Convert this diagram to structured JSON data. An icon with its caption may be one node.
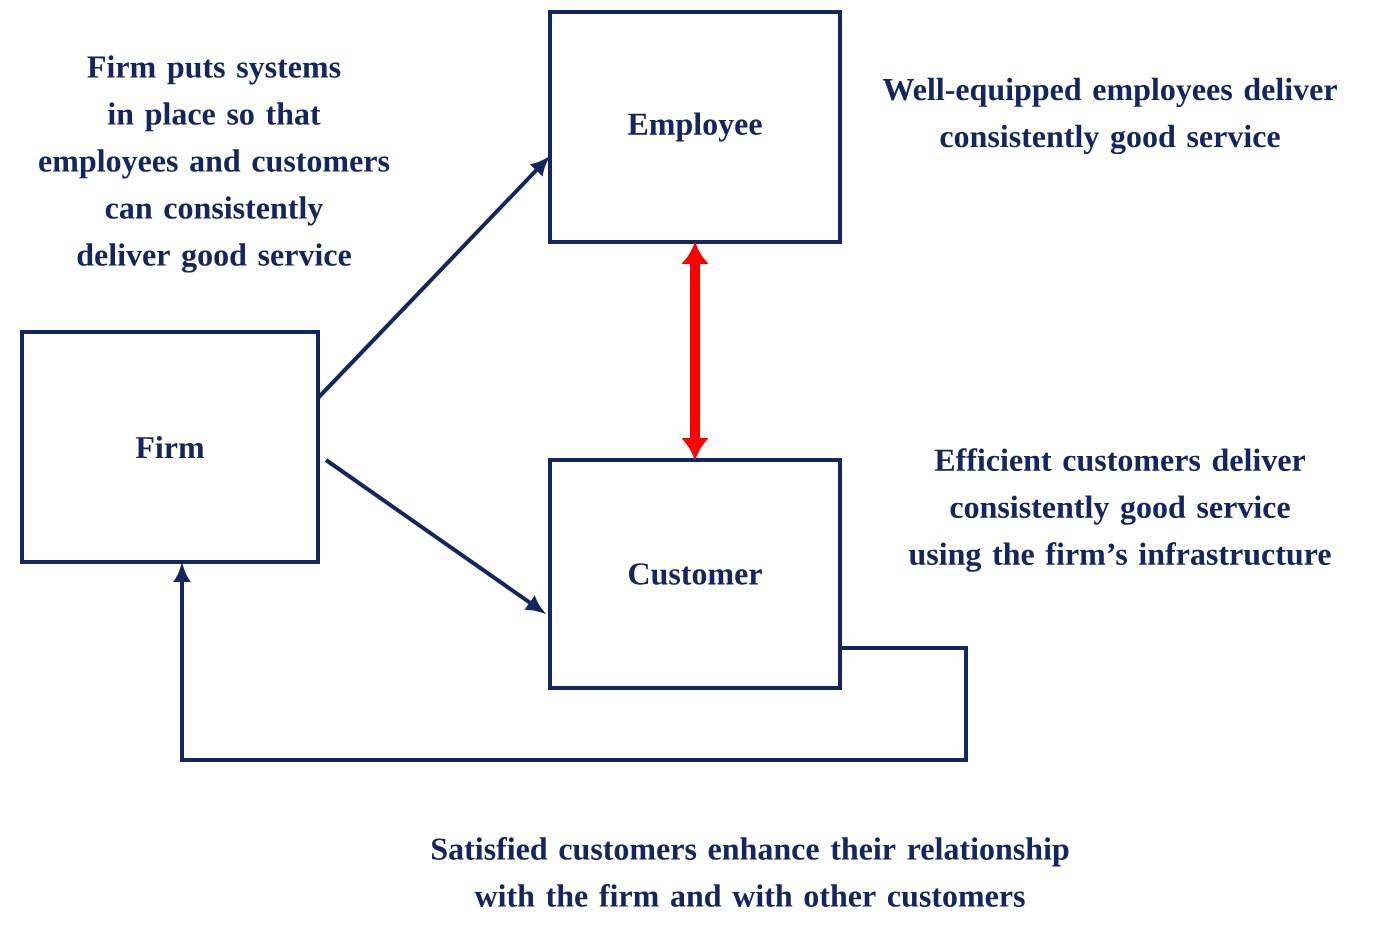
{
  "diagram": {
    "nodes": [
      {
        "text": [
          "Employee"
        ]
      },
      {
        "text": [
          "Firm"
        ]
      },
      {
        "text": [
          "Customer"
        ]
      }
    ],
    "edges": [
      {
        "from": 1,
        "to": 0,
        "arrow": "to"
      },
      {
        "from": 1,
        "to": 2,
        "arrow": "to"
      },
      {
        "from": 0,
        "to": 2,
        "arrow": "both",
        "style": "thick",
        "color": "#ff0000"
      },
      {
        "from": 2,
        "to": 1,
        "arrow": "to"
      }
    ],
    "labels": [
      "Firm puts systems in place so that employees and customers can consistently deliver good service",
      "Well-equipped employees deliver consistently good service",
      "Efficient customers deliver consistently good service using the firm’s infrastructure",
      "Satisfied customers enhance their relationship with the firm and with other customers"
    ]
  }
}
